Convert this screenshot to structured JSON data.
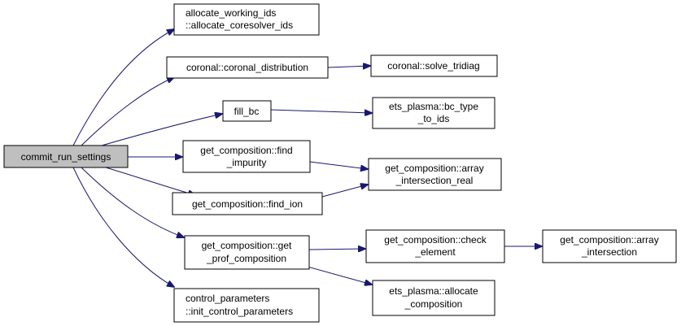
{
  "diagram": {
    "nodes": [
      {
        "id": "root",
        "lines": [
          "commit_run_settings"
        ],
        "root": true
      },
      {
        "id": "allocate",
        "lines": [
          "allocate_working_ids",
          "::allocate_coresolver_ids"
        ]
      },
      {
        "id": "coronal_dist",
        "lines": [
          "coronal::coronal_distribution"
        ]
      },
      {
        "id": "solve_tridiag",
        "lines": [
          "coronal::solve_tridiag"
        ]
      },
      {
        "id": "fill_bc",
        "lines": [
          "fill_bc"
        ]
      },
      {
        "id": "bc_type",
        "lines": [
          "ets_plasma::bc_type",
          "_to_ids"
        ]
      },
      {
        "id": "find_impurity",
        "lines": [
          "get_composition::find",
          "_impurity"
        ]
      },
      {
        "id": "array_int_real",
        "lines": [
          "get_composition::array",
          "_intersection_real"
        ]
      },
      {
        "id": "find_ion",
        "lines": [
          "get_composition::find_ion"
        ]
      },
      {
        "id": "get_prof",
        "lines": [
          "get_composition::get",
          "_prof_composition"
        ]
      },
      {
        "id": "check_element",
        "lines": [
          "get_composition::check",
          "_element"
        ]
      },
      {
        "id": "array_int",
        "lines": [
          "get_composition::array",
          "_intersection"
        ]
      },
      {
        "id": "allocate_comp",
        "lines": [
          "ets_plasma::allocate",
          "_composition"
        ]
      },
      {
        "id": "control_params",
        "lines": [
          "control_parameters",
          "::init_control_parameters"
        ]
      }
    ],
    "edges": [
      {
        "from": "root",
        "to": "allocate"
      },
      {
        "from": "root",
        "to": "coronal_dist"
      },
      {
        "from": "root",
        "to": "fill_bc"
      },
      {
        "from": "root",
        "to": "find_impurity"
      },
      {
        "from": "root",
        "to": "find_ion"
      },
      {
        "from": "root",
        "to": "get_prof"
      },
      {
        "from": "root",
        "to": "control_params"
      },
      {
        "from": "coronal_dist",
        "to": "solve_tridiag"
      },
      {
        "from": "fill_bc",
        "to": "bc_type"
      },
      {
        "from": "find_impurity",
        "to": "array_int_real"
      },
      {
        "from": "find_ion",
        "to": "array_int_real"
      },
      {
        "from": "get_prof",
        "to": "check_element"
      },
      {
        "from": "get_prof",
        "to": "allocate_comp"
      },
      {
        "from": "check_element",
        "to": "array_int"
      }
    ]
  }
}
